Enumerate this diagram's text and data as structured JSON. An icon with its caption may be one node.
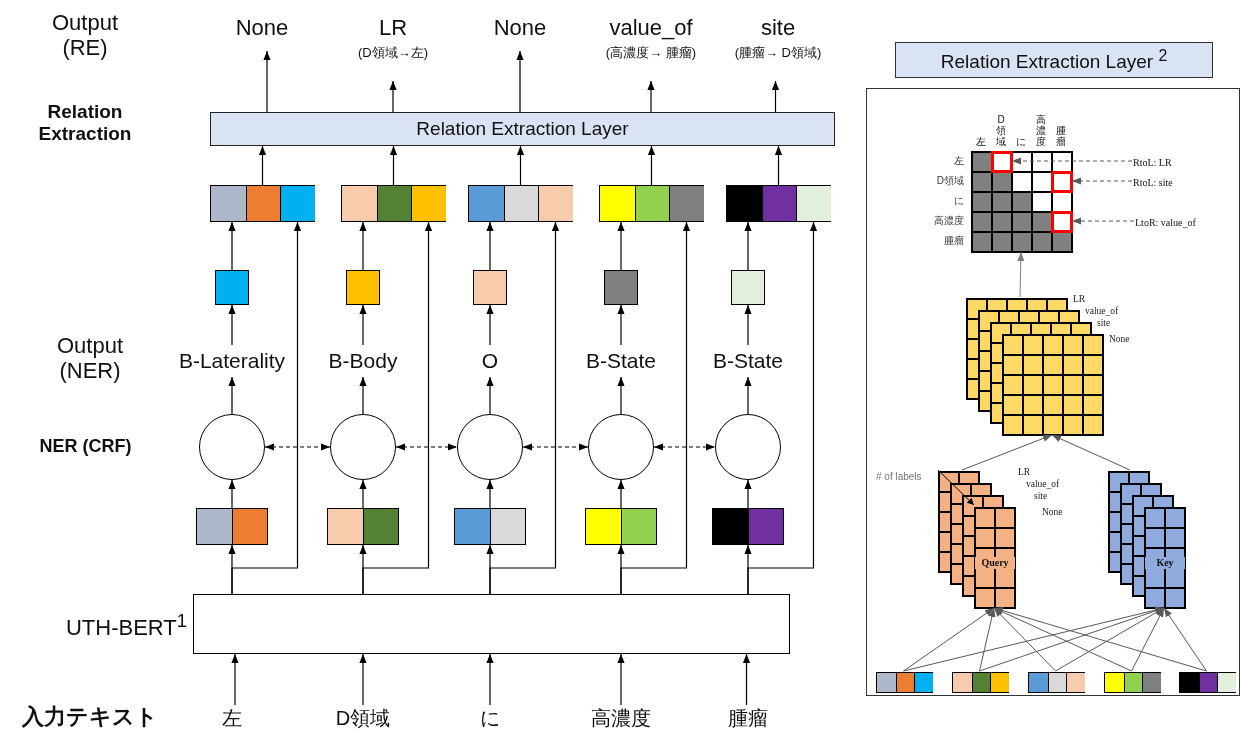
{
  "diagram": {
    "nodes": [
      {
        "text": [
          "None"
        ]
      },
      {
        "text": [
          "LR",
          "(D領域→左)"
        ]
      },
      {
        "text": [
          "None"
        ]
      },
      {
        "text": [
          "value_of",
          "(高濃度→ 腫瘤)"
        ]
      },
      {
        "text": [
          "site",
          "(腫瘤→ D領域)"
        ]
      },
      {
        "text": [
          "Relation Extraction Layer"
        ]
      },
      {
        "text": [],
        "shape": "box"
      },
      {
        "text": [],
        "shape": "box"
      },
      {
        "text": [],
        "shape": "box"
      },
      {
        "text": [],
        "shape": "box"
      },
      {
        "text": [],
        "shape": "box"
      },
      {
        "text": [],
        "shape": "box"
      },
      {
        "text": [],
        "shape": "box"
      },
      {
        "text": [],
        "shape": "box"
      },
      {
        "text": [],
        "shape": "box"
      },
      {
        "text": [],
        "shape": "box"
      },
      {
        "text": [
          "B-Laterality"
        ]
      },
      {
        "text": [
          "B-Body"
        ]
      },
      {
        "text": [
          "O"
        ]
      },
      {
        "text": [
          "B-State"
        ]
      },
      {
        "text": [
          "B-State"
        ]
      },
      {
        "text": [],
        "shape": "circle"
      },
      {
        "text": [],
        "shape": "circle"
      },
      {
        "text": [],
        "shape": "circle"
      },
      {
        "text": [],
        "shape": "circle"
      },
      {
        "text": [],
        "shape": "circle"
      },
      {
        "text": [],
        "shape": "box"
      },
      {
        "text": [],
        "shape": "box"
      },
      {
        "text": [],
        "shape": "box"
      },
      {
        "text": [],
        "shape": "box"
      },
      {
        "text": [],
        "shape": "box"
      },
      {
        "text": [],
        "shape": "box",
        "beside": [
          "UTH-BERT$^{1}$"
        ]
      },
      {
        "text": [
          "左"
        ]
      },
      {
        "text": [
          "D領域"
        ]
      },
      {
        "text": [
          "に"
        ]
      },
      {
        "text": [
          "高濃度"
        ]
      },
      {
        "text": [
          "腫瘤"
        ]
      },
      {
        "text": [
          "Relation Extraction Layer $^{2}$"
        ]
      },
      {
        "text": [],
        "shape": "box"
      },
      {
        "text": [],
        "shape": "box",
        "in": 38
      },
      {
        "text": [],
        "shape": "box",
        "in": 39
      },
      {
        "text": [],
        "shape": "box",
        "in": 39
      },
      {
        "text": [],
        "shape": "box",
        "in": 39
      },
      {
        "text": [
          "RtoL: LR"
        ],
        "in": 38
      },
      {
        "text": [
          "RtoL: site"
        ],
        "in": 38
      },
      {
        "text": [
          "LtoR: value_of"
        ],
        "in": 38
      },
      {
        "text": [],
        "shape": "box",
        "in": 38,
        "beside": [
          "LR",
          "value_of",
          "site",
          "None"
        ]
      },
      {
        "text": [
          "Query"
        ],
        "in": 38,
        "beside": [
          "LR",
          "value_of",
          "site",
          "None"
        ]
      },
      {
        "text": [
          "Key"
        ],
        "in": 38
      },
      {
        "text": [],
        "shape": "box",
        "in": 38
      },
      {
        "text": [],
        "shape": "box",
        "in": 38
      },
      {
        "text": [],
        "shape": "box",
        "in": 38
      },
      {
        "text": [],
        "shape": "box",
        "in": 38
      },
      {
        "text": [],
        "shape": "box",
        "in": 38
      }
    ],
    "edges": [
      {
        "from": 5,
        "to": 0,
        "arrow": "to"
      },
      {
        "from": 5,
        "to": 1,
        "arrow": "to"
      },
      {
        "from": 5,
        "to": 2,
        "arrow": "to"
      },
      {
        "from": 5,
        "to": 3,
        "arrow": "to"
      },
      {
        "from": 5,
        "to": 4,
        "arrow": "to"
      },
      {
        "from": 6,
        "to": 5,
        "arrow": "to"
      },
      {
        "from": 7,
        "to": 5,
        "arrow": "to"
      },
      {
        "from": 8,
        "to": 5,
        "arrow": "to"
      },
      {
        "from": 9,
        "to": 5,
        "arrow": "to"
      },
      {
        "from": 10,
        "to": 5,
        "arrow": "to"
      },
      {
        "from": 11,
        "to": 6,
        "arrow": "to"
      },
      {
        "from": 12,
        "to": 7,
        "arrow": "to"
      },
      {
        "from": 13,
        "to": 8,
        "arrow": "to"
      },
      {
        "from": 14,
        "to": 9,
        "arrow": "to"
      },
      {
        "from": 15,
        "to": 10,
        "arrow": "to"
      },
      {
        "from": 16,
        "to": 11,
        "arrow": "to"
      },
      {
        "from": 17,
        "to": 12,
        "arrow": "to"
      },
      {
        "from": 18,
        "to": 13,
        "arrow": "to"
      },
      {
        "from": 19,
        "to": 14,
        "arrow": "to"
      },
      {
        "from": 20,
        "to": 15,
        "arrow": "to"
      },
      {
        "from": 21,
        "to": 16,
        "arrow": "to"
      },
      {
        "from": 22,
        "to": 17,
        "arrow": "to"
      },
      {
        "from": 23,
        "to": 18,
        "arrow": "to"
      },
      {
        "from": 24,
        "to": 19,
        "arrow": "to"
      },
      {
        "from": 25,
        "to": 20,
        "arrow": "to"
      },
      {
        "from": 21,
        "to": 22,
        "arrow": "both",
        "style": "dashed"
      },
      {
        "from": 22,
        "to": 23,
        "arrow": "both",
        "style": "dashed"
      },
      {
        "from": 23,
        "to": 24,
        "arrow": "both",
        "style": "dashed"
      },
      {
        "from": 24,
        "to": 25,
        "arrow": "both",
        "style": "dashed"
      },
      {
        "from": 26,
        "to": 21,
        "arrow": "to"
      },
      {
        "from": 27,
        "to": 22,
        "arrow": "to"
      },
      {
        "from": 28,
        "to": 23,
        "arrow": "to"
      },
      {
        "from": 29,
        "to": 24,
        "arrow": "to"
      },
      {
        "from": 30,
        "to": 25,
        "arrow": "to"
      },
      {
        "from": 31,
        "to": 26,
        "arrow": "to"
      },
      {
        "from": 31,
        "to": 27,
        "arrow": "to"
      },
      {
        "from": 31,
        "to": 28,
        "arrow": "to"
      },
      {
        "from": 31,
        "to": 29,
        "arrow": "to"
      },
      {
        "from": 31,
        "to": 30,
        "arrow": "to"
      },
      {
        "from": 31,
        "to": 6,
        "arrow": "to"
      },
      {
        "from": 31,
        "to": 7,
        "arrow": "to"
      },
      {
        "from": 31,
        "to": 8,
        "arrow": "to"
      },
      {
        "from": 31,
        "to": 9,
        "arrow": "to"
      },
      {
        "from": 31,
        "to": 10,
        "arrow": "to"
      },
      {
        "from": 32,
        "to": 31,
        "arrow": "to"
      },
      {
        "from": 33,
        "to": 31,
        "arrow": "to"
      },
      {
        "from": 34,
        "to": 31,
        "arrow": "to"
      },
      {
        "from": 35,
        "to": 31,
        "arrow": "to"
      },
      {
        "from": 36,
        "to": 31,
        "arrow": "to"
      },
      {
        "from": 43,
        "to": 40,
        "arrow": "to",
        "style": "dashed",
        "color": "#595959"
      },
      {
        "from": 44,
        "to": 41,
        "arrow": "to",
        "style": "dashed",
        "color": "#595959"
      },
      {
        "from": 45,
        "to": 42,
        "arrow": "to",
        "style": "dashed",
        "color": "#595959"
      },
      {
        "from": 46,
        "to": 39,
        "arrow": "to",
        "color": "#7f7f7f"
      },
      {
        "from": 47,
        "to": 46,
        "arrow": "to",
        "color": "#595959"
      },
      {
        "from": 48,
        "to": 46,
        "arrow": "to",
        "color": "#595959"
      },
      {
        "from": 49,
        "to": 47,
        "arrow": "to",
        "color": "#595959"
      },
      {
        "from": 49,
        "to": 48,
        "arrow": "to",
        "color": "#595959"
      },
      {
        "from": 50,
        "to": 47,
        "arrow": "to",
        "color": "#595959"
      },
      {
        "from": 50,
        "to": 48,
        "arrow": "to",
        "color": "#595959"
      },
      {
        "from": 51,
        "to": 47,
        "arrow": "to",
        "color": "#595959"
      },
      {
        "from": 51,
        "to": 48,
        "arrow": "to",
        "color": "#595959"
      },
      {
        "from": 52,
        "to": 47,
        "arrow": "to",
        "color": "#595959"
      },
      {
        "from": 52,
        "to": 48,
        "arrow": "to",
        "color": "#595959"
      },
      {
        "from": 53,
        "to": 47,
        "arrow": "to",
        "color": "#595959"
      },
      {
        "from": 53,
        "to": 48,
        "arrow": "to",
        "color": "#595959"
      }
    ],
    "labels": [
      "Output (RE)",
      "Relation Extraction",
      "Output (NER)",
      "NER (CRF)",
      "入力テキスト",
      "左",
      "D領域",
      "に",
      "高濃度",
      "腫瘤",
      "左",
      "D領域",
      "に",
      "高濃度",
      "腫瘤",
      "# of labels"
    ]
  }
}
